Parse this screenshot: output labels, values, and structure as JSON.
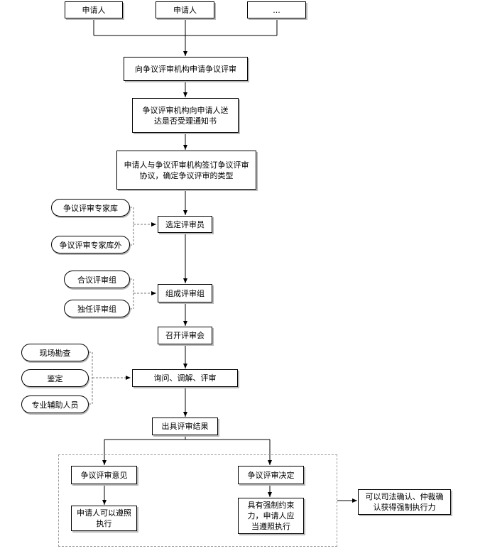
{
  "nodes": {
    "applicant_1": "申请人",
    "applicant_2": "申请人",
    "applicant_more": "...",
    "apply": "向争议评审机构申请争议评审",
    "notice": "争议评审机构向申请人送达是否受理通知书",
    "agreement": "申请人与争议评审机构签订争议评审协议，确定争议评审的类型",
    "select_reviewers": "选定评审员",
    "form_panel": "组成评审组",
    "hold_meeting": "召开评审会",
    "inquiry": "询问、调解、评审",
    "issue_result": "出具评审结果",
    "opinion": "争议评审意见",
    "decision": "争议评审决定",
    "opinion_effect": "申请人可以遵照执行",
    "decision_effect": "具有强制约束力，申请人应当遵照执行",
    "judicial": "可以司法确认、仲裁确认获得强制执行力"
  },
  "side_inputs": {
    "expert_pool_in": "争议评审专家库",
    "expert_pool_out": "争议评审专家库外",
    "panel_joint": "合议评审组",
    "panel_single": "独任评审组",
    "site_survey": "现场勘查",
    "appraisal": "鉴定",
    "assistants": "专业辅助人员"
  }
}
